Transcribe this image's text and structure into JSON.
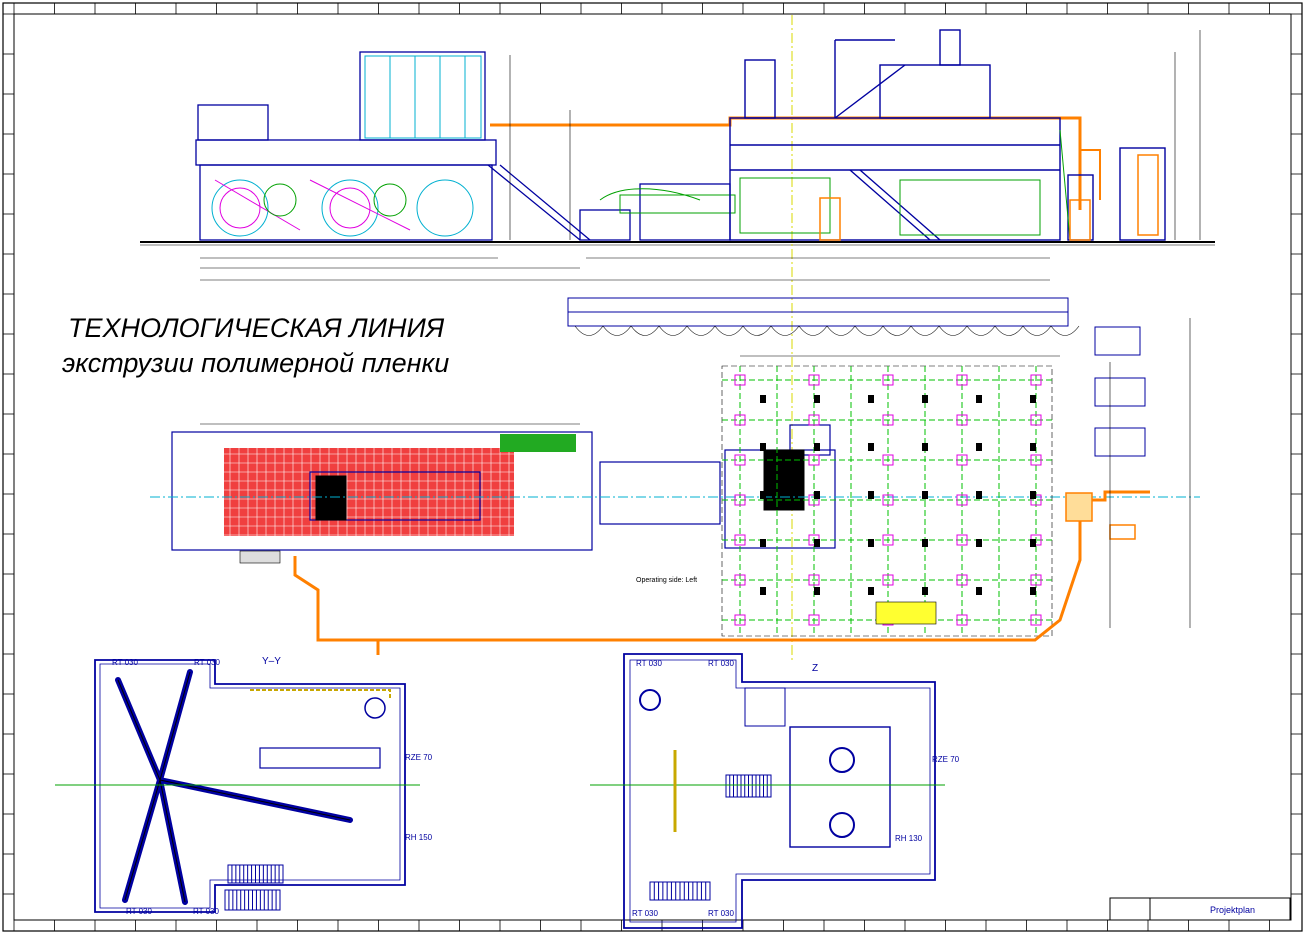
{
  "title": {
    "line1": "ТЕХНОЛОГИЧЕСКАЯ ЛИНИЯ",
    "line2": "экструзии полимерной пленки"
  },
  "views": {
    "yy_label": "Y–Y",
    "z_label": "Z",
    "operating_side": "Operating side: Left"
  },
  "yy_plan": {
    "labels": [
      "RT 030",
      "RT 030",
      "RZE 70",
      "RH 150",
      "RT 030",
      "RT 030"
    ]
  },
  "z_plan": {
    "labels": [
      "RT 030",
      "RT 030",
      "RZE 70",
      "RH 130",
      "RT 030",
      "RT 030"
    ]
  },
  "title_block": {
    "drawing_name": "Projektplan"
  },
  "colors": {
    "structure": "#0000a0",
    "piping": "#ff8000",
    "green": "#00a000",
    "magenta": "#e000e0",
    "red": "#e00000",
    "cyan": "#00b0d0"
  }
}
